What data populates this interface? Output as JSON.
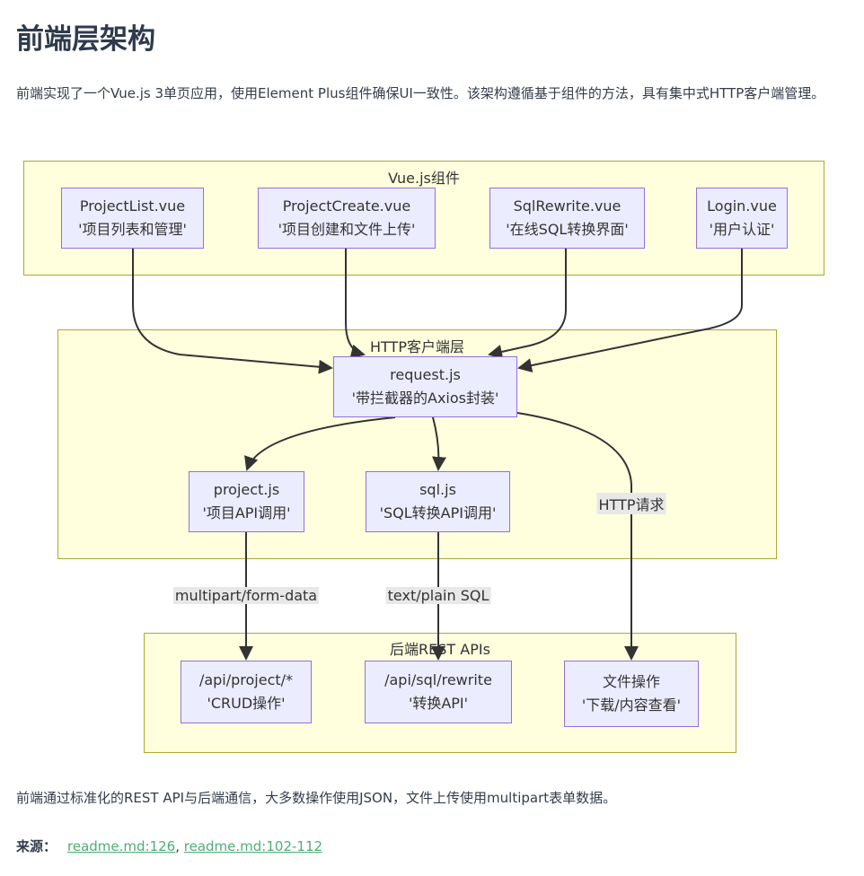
{
  "title": "前端层架构",
  "intro": "前端实现了一个Vue.js 3单页应用，使用Element Plus组件确保UI一致性。该架构遵循基于组件的方法，具有集中式HTTP客户端管理。",
  "diagram": {
    "groups": {
      "vue": "Vue.js组件",
      "http": "HTTP客户端层",
      "backend": "后端REST APIs"
    },
    "nodes": {
      "projectlist": [
        "ProjectList.vue",
        "'项目列表和管理'"
      ],
      "projectcreate": [
        "ProjectCreate.vue",
        "'项目创建和文件上传'"
      ],
      "sqlrewrite": [
        "SqlRewrite.vue",
        "'在线SQL转换界面'"
      ],
      "login": [
        "Login.vue",
        "'用户认证'"
      ],
      "request": [
        "request.js",
        "'带拦截器的Axios封装'"
      ],
      "project": [
        "project.js",
        "'项目API调用'"
      ],
      "sql": [
        "sql.js",
        "'SQL转换API调用'"
      ],
      "apiproject": [
        "/api/project/*",
        "'CRUD操作'"
      ],
      "apisql": [
        "/api/sql/rewrite",
        "'转换API'"
      ],
      "files": [
        "文件操作",
        "'下载/内容查看'"
      ]
    },
    "edge_labels": {
      "http": "HTTP请求",
      "multipart": "multipart/form-data",
      "text": "text/plain SQL"
    }
  },
  "outro": "前端通过标准化的REST API与后端通信，大多数操作使用JSON，文件上传使用multipart表单数据。",
  "sources": {
    "label": "来源：",
    "links": [
      "readme.md:126",
      "readme.md:102-112"
    ],
    "sep": ", "
  }
}
